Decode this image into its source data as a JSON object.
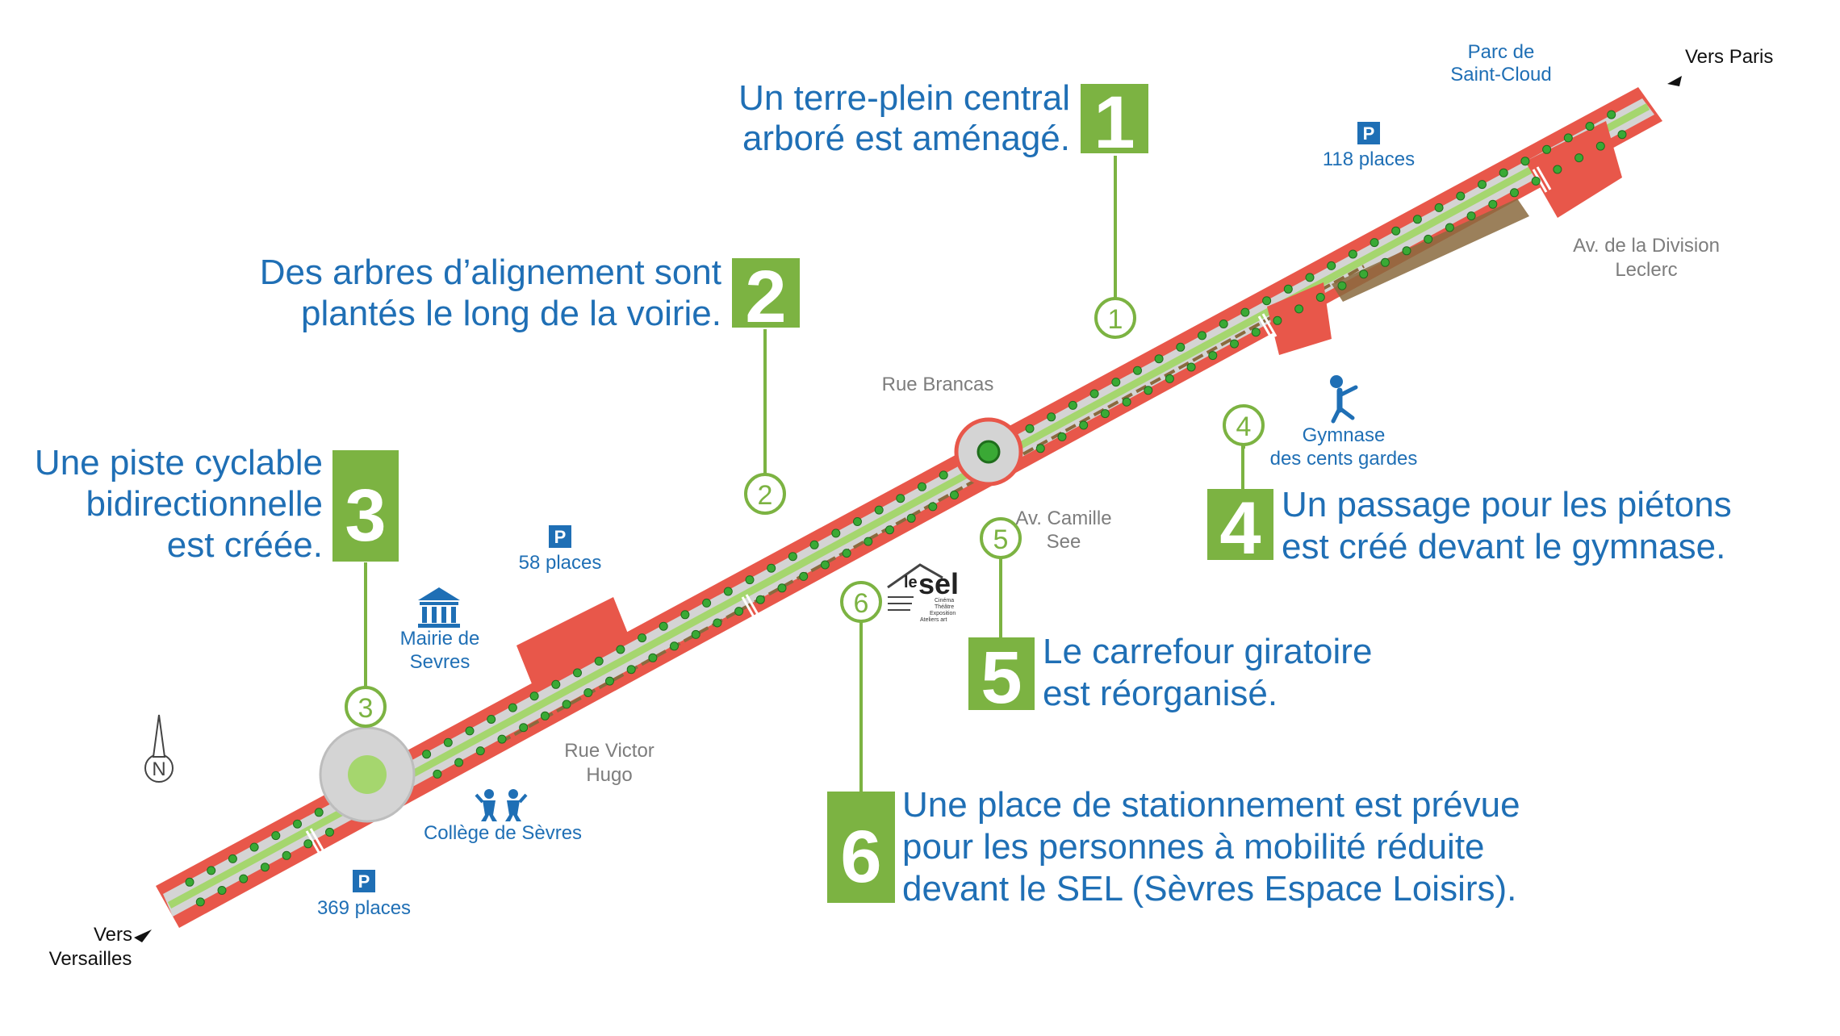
{
  "colors": {
    "accent_green": "#7cb342",
    "text_blue": "#1f6fb5",
    "road_red": "#e8574a",
    "road_grey": "#d0d0d0",
    "tree_green": "#3aa935",
    "median_green": "#a5d66e",
    "cycle_track_brown": "#8a6a3e",
    "grey_text": "#7d7d7d"
  },
  "callouts": [
    {
      "number": "1",
      "lines": [
        "Un terre-plein central",
        "arboré est aménagé."
      ]
    },
    {
      "number": "2",
      "lines": [
        "Des arbres d’alignement sont",
        "plantés le long de la voirie."
      ]
    },
    {
      "number": "3",
      "lines": [
        "Une piste cyclable",
        "bidirectionnelle",
        "est créée."
      ]
    },
    {
      "number": "4",
      "lines": [
        "Un passage pour les piétons",
        "est créé devant le gymnase."
      ]
    },
    {
      "number": "5",
      "lines": [
        "Le carrefour giratoire",
        "est réorganisé."
      ]
    },
    {
      "number": "6",
      "lines": [
        "Une place de stationnement est prévue",
        "pour les personnes à mobilité réduite",
        "devant le SEL (Sèvres Espace Loisirs)."
      ]
    }
  ],
  "markers": [
    "1",
    "2",
    "3",
    "4",
    "5",
    "6"
  ],
  "places": {
    "parc": [
      "Parc de",
      "Saint-Cloud"
    ],
    "vers_paris": "Vers Paris",
    "vers_versailles": [
      "Vers",
      "Versailles"
    ],
    "division_leclerc": [
      "Av. de la Division",
      "Leclerc"
    ],
    "rue_brancas": "Rue Brancas",
    "camille_see": [
      "Av. Camille",
      "See"
    ],
    "gymnase": [
      "Gymnase",
      "des cents gardes"
    ],
    "mairie": [
      "Mairie de",
      "Sevres"
    ],
    "rue_victor_hugo": [
      "Rue Victor",
      "Hugo"
    ],
    "college": "Collège de Sèvres"
  },
  "parkings": [
    {
      "letter": "P",
      "label": "118 places"
    },
    {
      "letter": "P",
      "label": "58 places"
    },
    {
      "letter": "P",
      "label": "369 places"
    }
  ],
  "compass": "N",
  "sel_logo": {
    "brand_le": "le",
    "brand_sel": "sel",
    "tagline": [
      "Cinéma",
      "Théâtre",
      "Exposition",
      "Ateliers art"
    ]
  },
  "icons": [
    "north-arrow-icon",
    "parking-icon",
    "town-hall-icon",
    "school-children-icon",
    "gymnast-icon",
    "sel-logo-icon",
    "direction-arrow-icon"
  ]
}
